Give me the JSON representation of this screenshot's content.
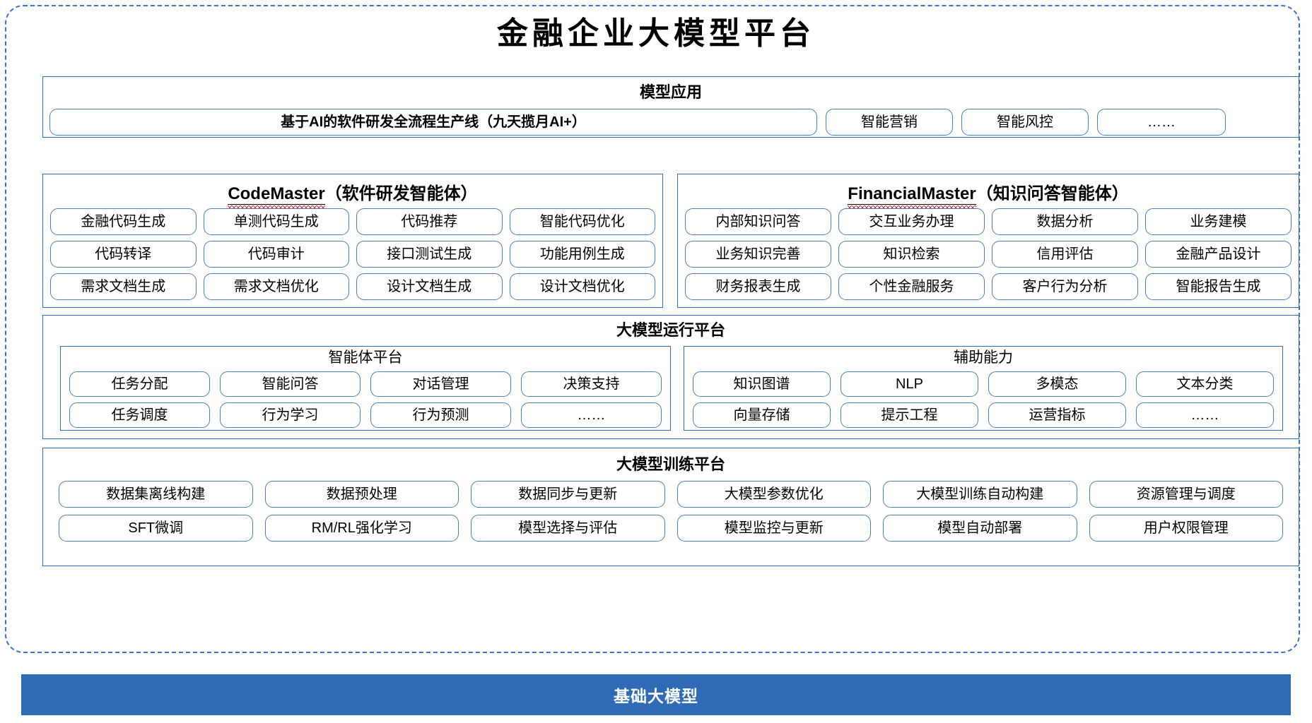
{
  "title": "金融企业大模型平台",
  "colors": {
    "frame_dashed": "#3a6fd8",
    "panel_border": "#2e6cb5",
    "pill_border": "#4a7ebb",
    "base_bar_bg": "#2f6cb5",
    "base_bar_text": "#ffffff",
    "spellcheck_squiggle": "#ee3333"
  },
  "model_application": {
    "heading": "模型应用",
    "pipeline": "基于AI的软件研发全流程生产线（九天揽月AI+）",
    "items": [
      "智能营销",
      "智能风控",
      "……"
    ]
  },
  "code_master": {
    "name": "CodeMaster",
    "suffix": "（软件研发智能体）",
    "items": [
      "金融代码生成",
      "单测代码生成",
      "代码推荐",
      "智能代码优化",
      "代码转译",
      "代码审计",
      "接口测试生成",
      "功能用例生成",
      "需求文档生成",
      "需求文档优化",
      "设计文档生成",
      "设计文档优化"
    ]
  },
  "financial_master": {
    "name": "FinancialMaster",
    "suffix": "（知识问答智能体）",
    "items": [
      "内部知识问答",
      "交互业务办理",
      "数据分析",
      "业务建模",
      "业务知识完善",
      "知识检索",
      "信用评估",
      "金融产品设计",
      "财务报表生成",
      "个性金融服务",
      "客户行为分析",
      "智能报告生成"
    ]
  },
  "runtime_platform": {
    "heading": "大模型运行平台",
    "agent_platform": {
      "heading": "智能体平台",
      "items": [
        "任务分配",
        "智能问答",
        "对话管理",
        "决策支持",
        "任务调度",
        "行为学习",
        "行为预测",
        "……"
      ]
    },
    "assist_capability": {
      "heading": "辅助能力",
      "items": [
        "知识图谱",
        "NLP",
        "多模态",
        "文本分类",
        "向量存储",
        "提示工程",
        "运营指标",
        "……"
      ]
    }
  },
  "training_platform": {
    "heading": "大模型训练平台",
    "items": [
      "数据集离线构建",
      "数据预处理",
      "数据同步与更新",
      "大模型参数优化",
      "大模型训练自动构建",
      "资源管理与调度",
      "SFT微调",
      "RM/RL强化学习",
      "模型选择与评估",
      "模型监控与更新",
      "模型自动部署",
      "用户权限管理"
    ]
  },
  "base_model_bar": {
    "label": "基础大模型"
  }
}
